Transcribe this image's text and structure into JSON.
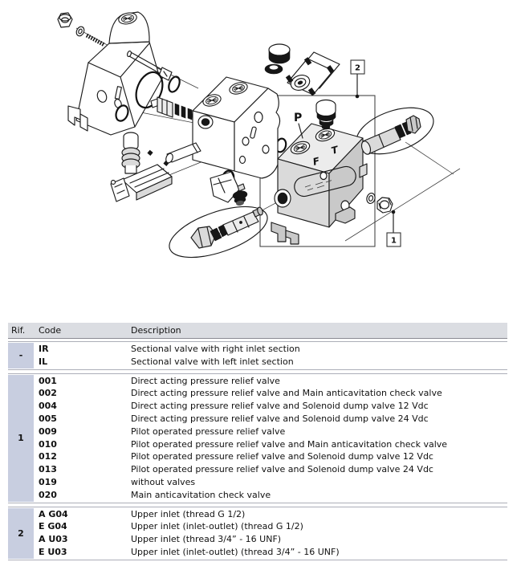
{
  "diagram": {
    "callouts": {
      "one": "1",
      "two": "2"
    },
    "port_labels": {
      "p": "P",
      "f": "F",
      "t": "T"
    }
  },
  "colors": {
    "header_bg": "#dbdde2",
    "group_ref_bg": "#c8cee0",
    "group_border": "#acaeb8",
    "header_border": "#8a8a92",
    "text": "#111111",
    "diagram_line": "#1a1a1a"
  },
  "table": {
    "headers": {
      "rif": "Rif.",
      "code": "Code",
      "description": "Description"
    },
    "groups": [
      {
        "rif": "-",
        "rows": [
          {
            "code": "IR",
            "description": "Sectional valve with right inlet section"
          },
          {
            "code": "IL",
            "description": "Sectional valve with left inlet section"
          }
        ]
      },
      {
        "rif": "1",
        "rows": [
          {
            "code": "001",
            "description": "Direct acting pressure relief valve"
          },
          {
            "code": "002",
            "description": "Direct acting pressure relief valve and Main anticavitation check valve"
          },
          {
            "code": "004",
            "description": "Direct acting pressure relief valve and Solenoid dump valve 12 Vdc"
          },
          {
            "code": "005",
            "description": "Direct acting pressure relief valve and Solenoid dump valve 24 Vdc"
          },
          {
            "code": "009",
            "description": "Pilot operated pressure relief valve"
          },
          {
            "code": "010",
            "description": "Pilot operated pressure relief valve and Main anticavitation check valve"
          },
          {
            "code": "012",
            "description": "Pilot operated pressure relief valve and Solenoid dump valve 12 Vdc"
          },
          {
            "code": "013",
            "description": "Pilot operated pressure relief valve and Solenoid dump valve 24 Vdc"
          },
          {
            "code": "019",
            "description": "without valves"
          },
          {
            "code": "020",
            "description": "Main anticavitation check valve"
          }
        ]
      },
      {
        "rif": "2",
        "rows": [
          {
            "code": "A G04",
            "description": "Upper inlet (thread G 1/2)"
          },
          {
            "code": "E G04",
            "description": "Upper inlet (inlet-outlet) (thread G 1/2)"
          },
          {
            "code": "A U03",
            "description": "Upper inlet (thread 3/4” - 16 UNF)"
          },
          {
            "code": "E U03",
            "description": "Upper inlet (inlet-outlet) (thread 3/4” - 16 UNF)"
          }
        ]
      }
    ]
  }
}
